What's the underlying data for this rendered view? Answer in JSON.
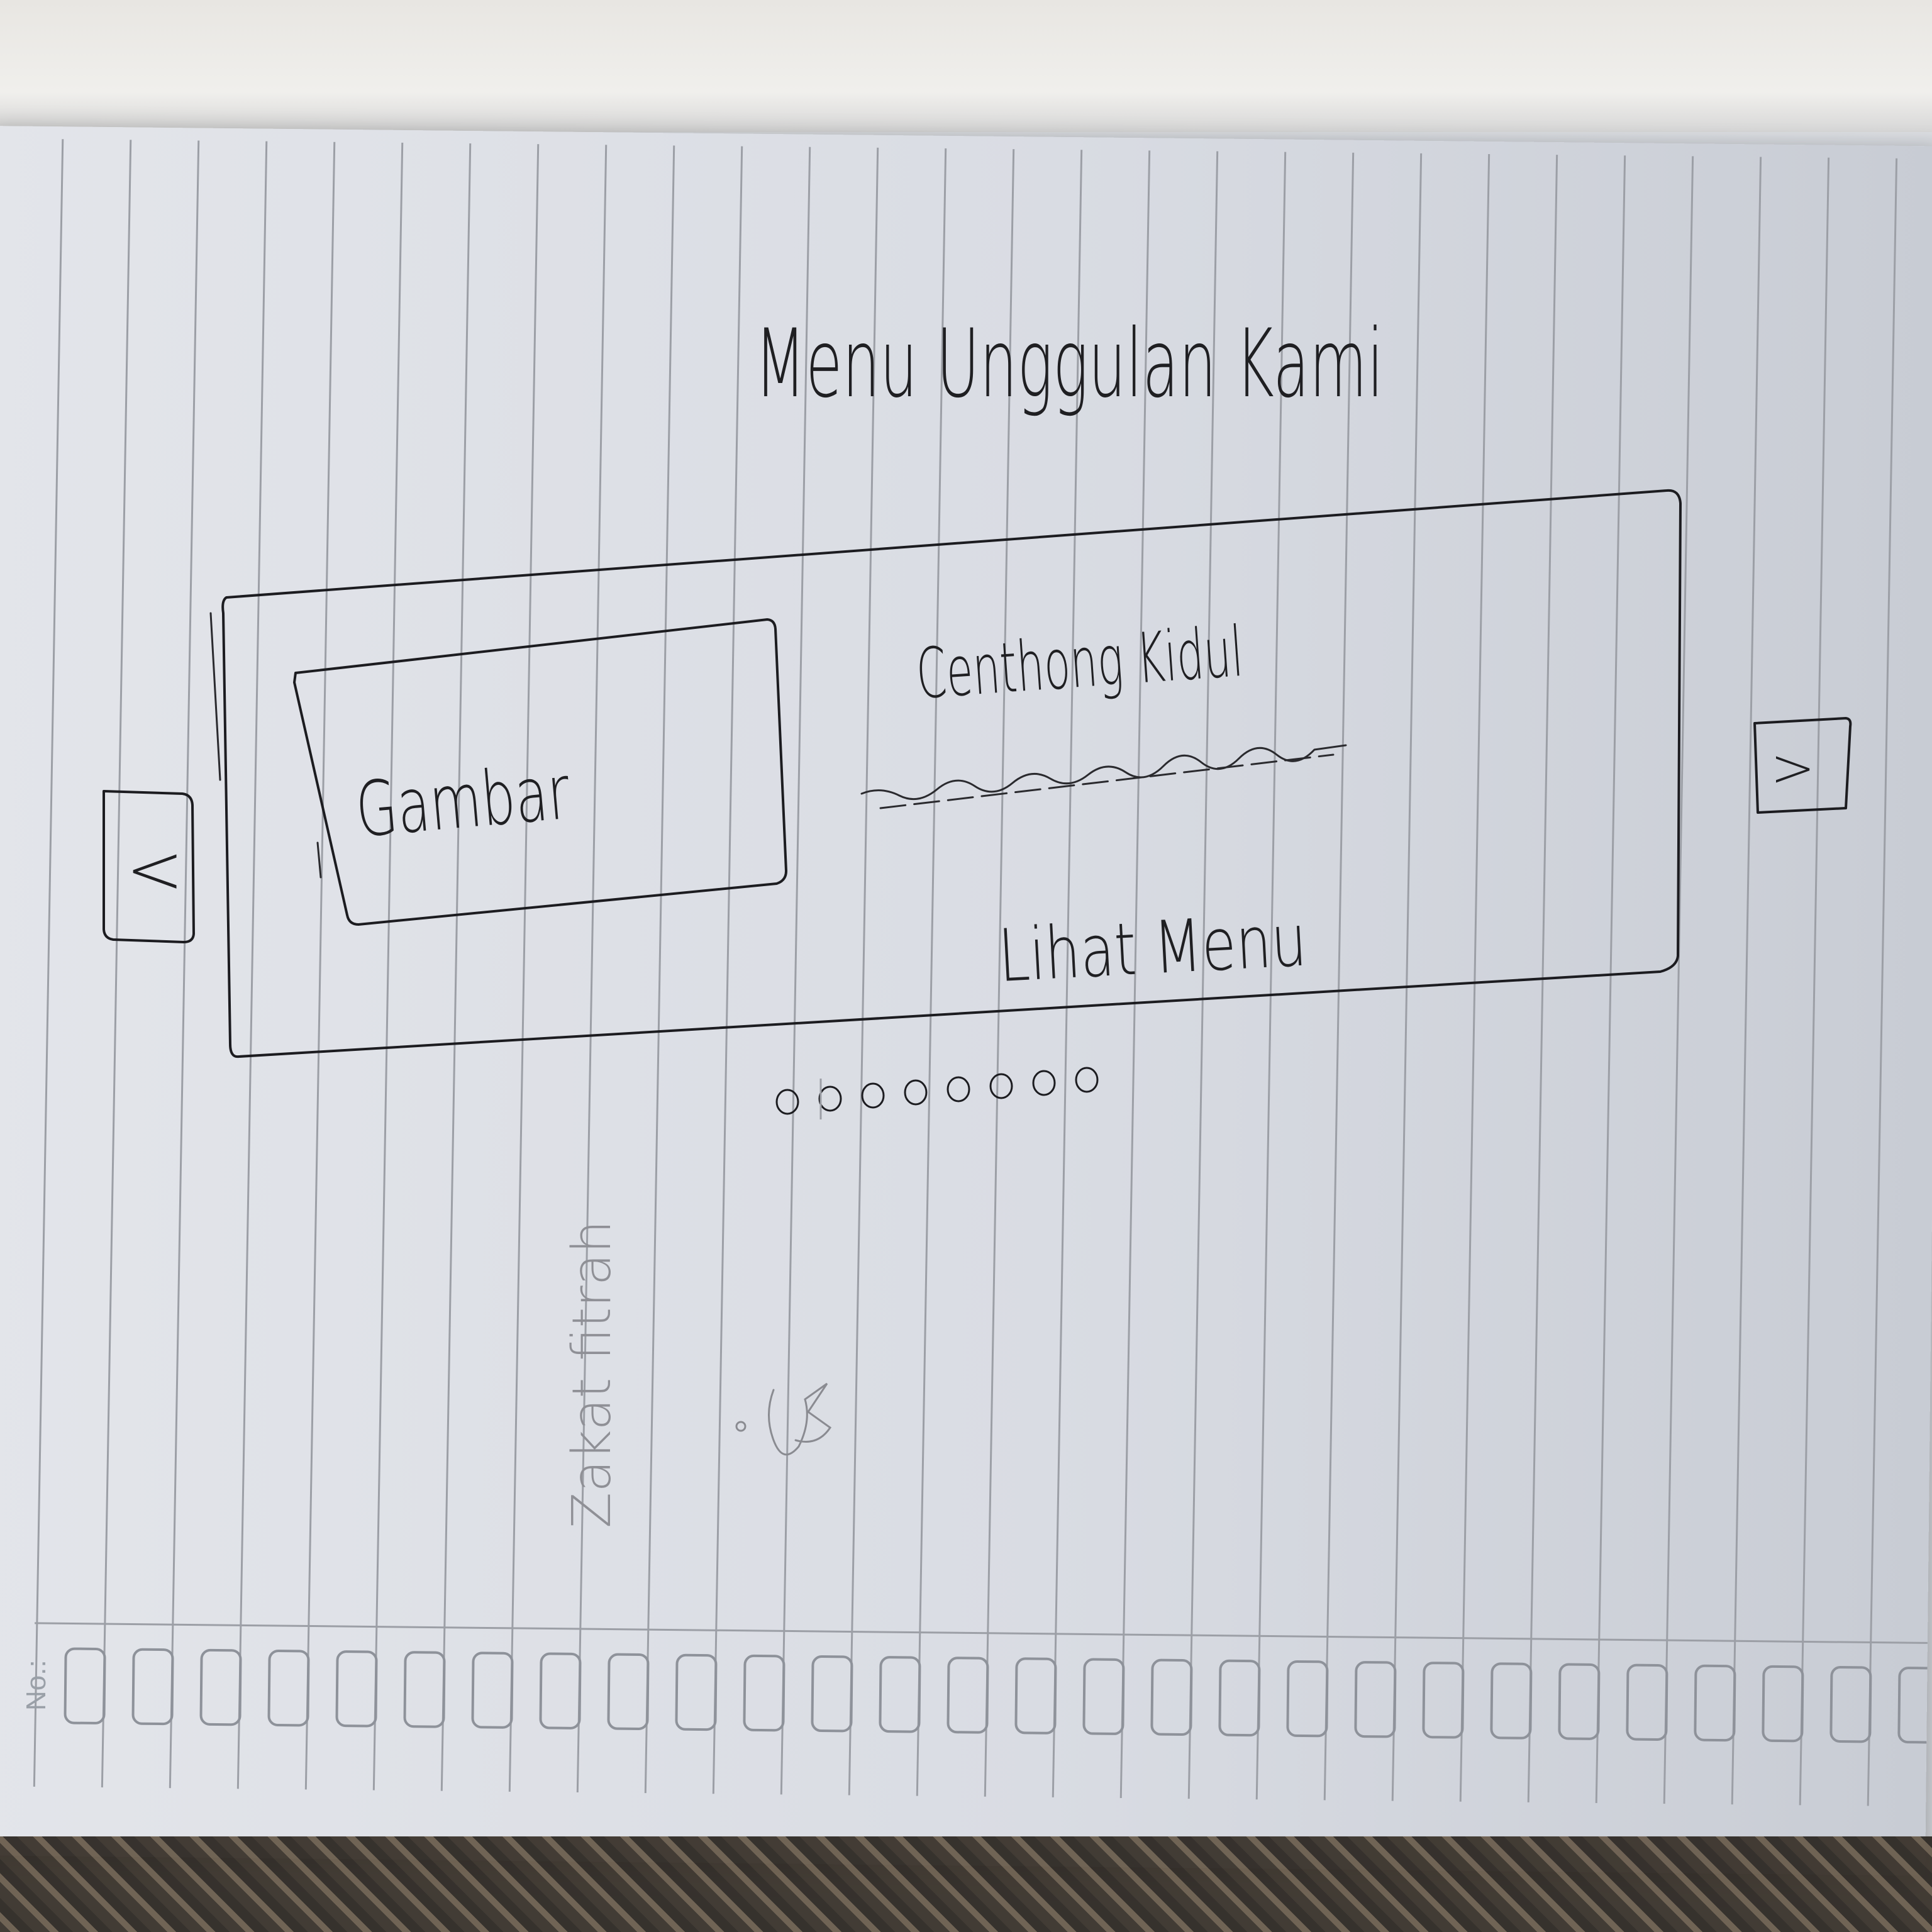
{
  "section": {
    "title": "Menu Unggulan Kami"
  },
  "carousel": {
    "prev_label": "<",
    "next_label": ">",
    "card": {
      "image_placeholder": "Gambar",
      "item_name": "Centhong Kidul",
      "cta_label": "Lihat Menu"
    },
    "pagination_count": 8
  },
  "notes": {
    "side_text": "Zakat fitrah"
  },
  "paper": {
    "footer_label": "No.:"
  },
  "colors": {
    "ink": "#1c1c20",
    "paper": "#dfe1e6"
  }
}
